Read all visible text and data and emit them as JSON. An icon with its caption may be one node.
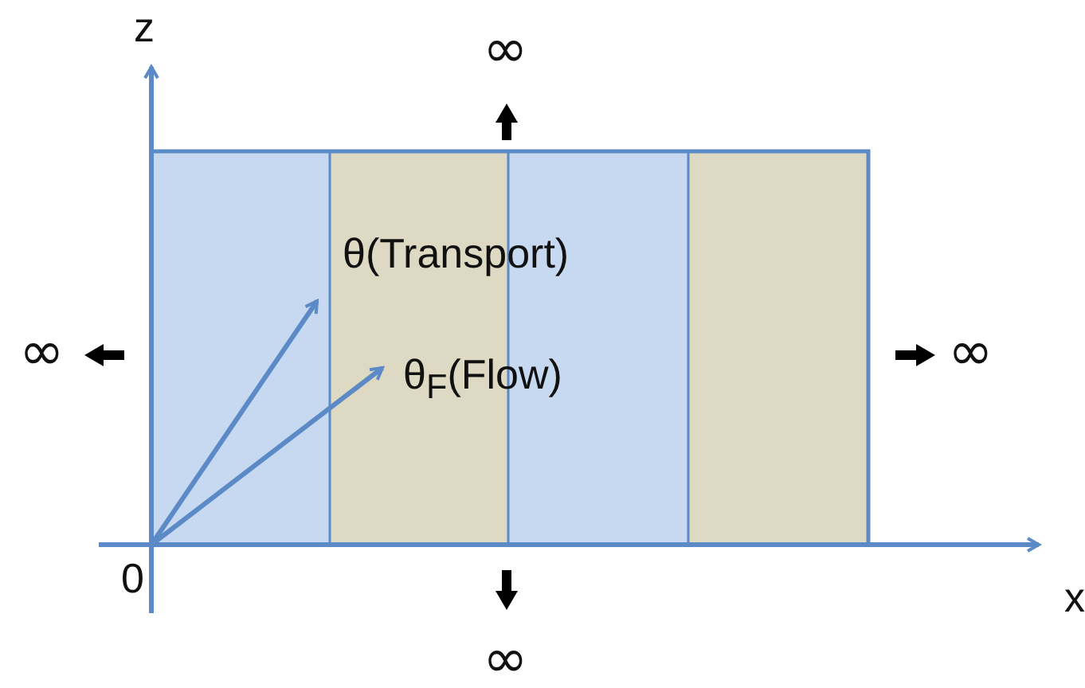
{
  "diagram": {
    "labels": [
      "z",
      "∞",
      "θ(Transport)",
      "∞",
      "∞",
      "θ$_{F}$(Flow)",
      "0",
      "x",
      "∞"
    ]
  }
}
